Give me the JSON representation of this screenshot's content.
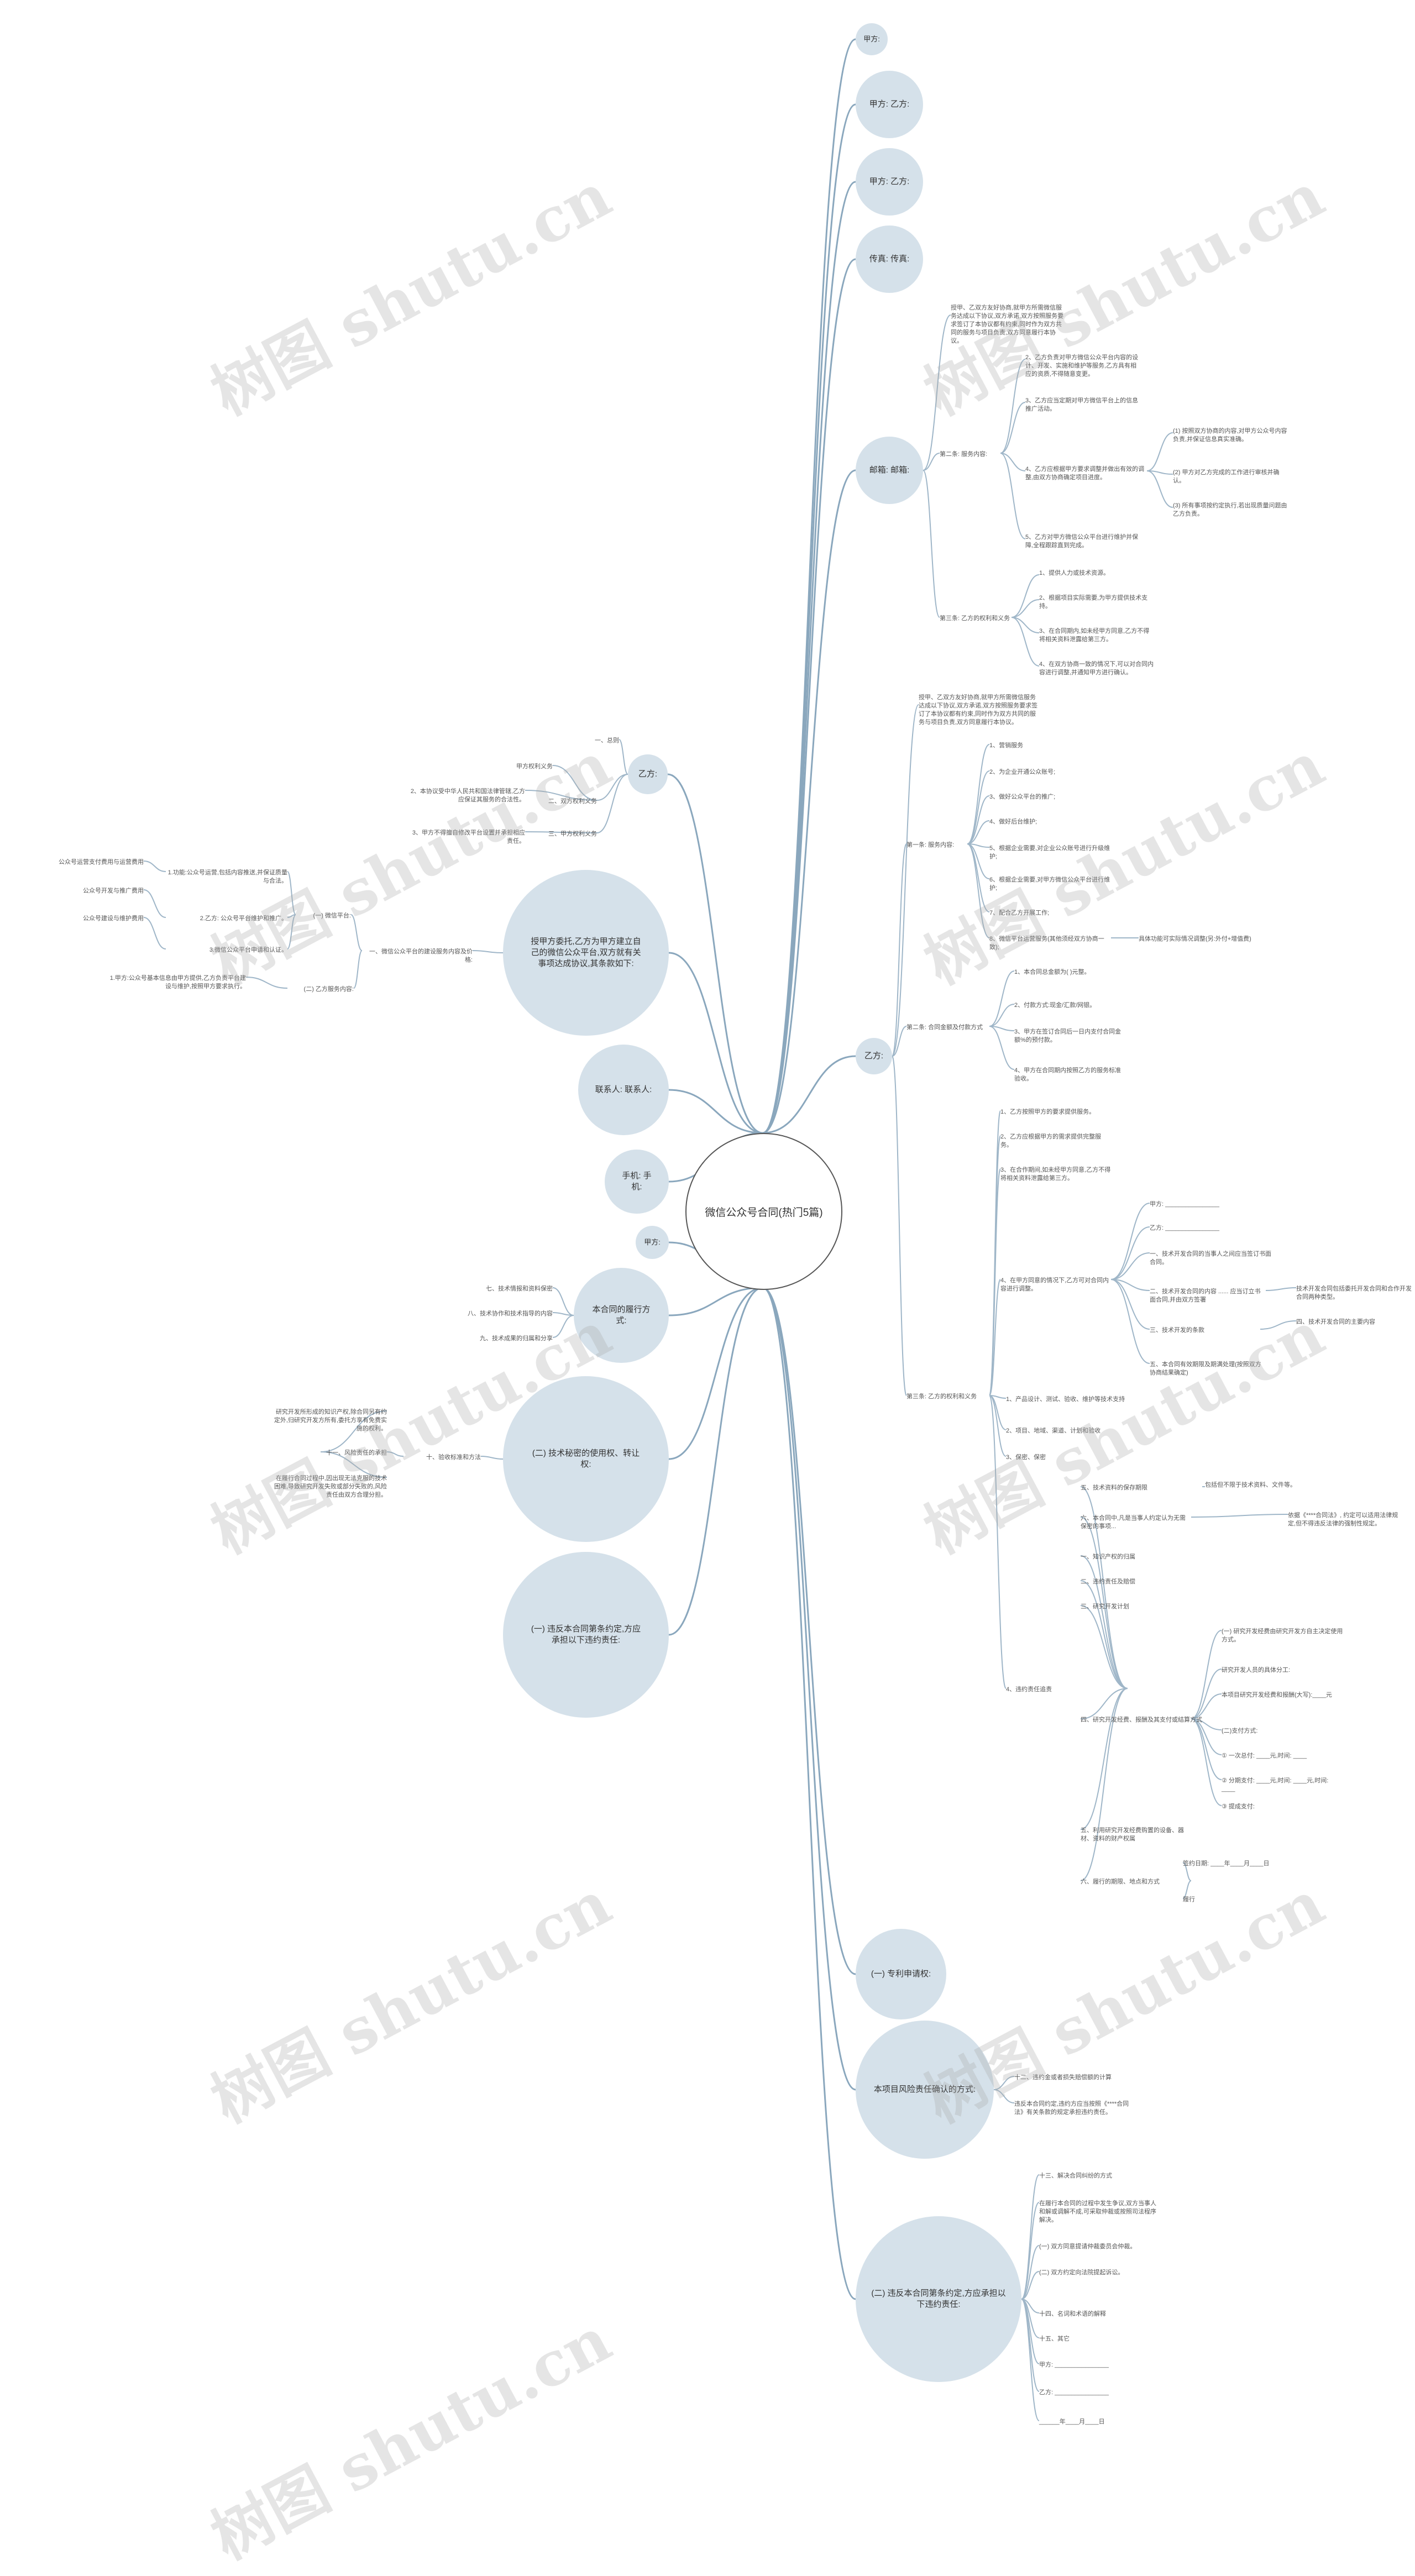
{
  "center": "微信公众号合同(热门5篇)",
  "right": {
    "jia": "甲方:",
    "jia_yi1": "甲方: 乙方:",
    "jia_yi2": "甲方: 乙方:",
    "fax": "传真: 传真:",
    "mail": "邮箱: 邮箱:",
    "yi": "乙方:",
    "patent": "(一) 专利申请权:",
    "risk": "本项目风险责任确认的方式:",
    "breach": "(二) 违反本合同第条约定,方应承担以下违约责任:"
  },
  "left": {
    "yi": "乙方:",
    "intro": "授甲方委托,乙方为甲方建立自己的微信公众平台,双方就有关事项达成协议,其条款如下:",
    "contact": "联系人: 联系人:",
    "phone": "手机: 手机:",
    "jia": "甲方:",
    "perform": "本合同的履行方式:",
    "tech": "(二) 技术秘密的使用权、转让权:",
    "breach": "(一) 违反本合同第条约定,方应承担以下违约责任:"
  },
  "mail_tree": {
    "intro": "授甲、乙双方友好协商,就甲方所需微信服务达成以下协议,双方承诺,双方按照服务要求签订了本协议都有约束,同时作为双方共同的服务与项目负责,双方同意履行本协议。",
    "art2": "第二条: 服务内容:",
    "art2_items": [
      "2、乙方负责对甲方微信公众平台内容的设计、开发、实施和维护等服务,乙方具有相应的资质,不得随意变更。",
      "3、乙方应当定期对甲方微信平台上的信息推广活动。",
      "4、乙方应根据甲方要求调整并做出有效的调整,由双方协商确定项目进度。",
      "5、乙方对甲方微信公众平台进行维护并保障,全程跟踪直到完成。"
    ],
    "art2_sub": [
      "(1) 按照双方协商的内容,对甲方公众号内容负责,并保证信息真实准确。",
      "(2) 甲方对乙方完成的工作进行审核并确认。",
      "(3) 所有事项按约定执行,若出现质量问题由乙方负责。"
    ],
    "art3": "第三条: 乙方的权利和义务",
    "art3_items": [
      "1、提供人力或技术资源。",
      "2、根据项目实际需要,为甲方提供技术支持。",
      "3、在合同期内,如未经甲方同意,乙方不得将相关资料泄露给第三方。",
      "4、在双方协商一致的情况下,可以对合同内容进行调整,并通知甲方进行确认。"
    ]
  },
  "yi_tree": {
    "intro": "授甲、乙双方友好协商,就甲方所需微信服务达成以下协议,双方承诺,双方按照服务要求签订了本协议都有约束,同时作为双方共同的服务与项目负责,双方同意履行本协议。",
    "art1": "第一条: 服务内容:",
    "art1_items": [
      "1、营销服务",
      "2、为企业开通公众账号;",
      "3、做好公众平台的推广;",
      "4、做好后台维护;",
      "5、根据企业需要,对企业公众账号进行升级维护;",
      "6、根据企业需要,对甲方微信公众平台进行维护;",
      "7、配合乙方开展工作;",
      "8、微信平台运营服务(其他须经双方协商一致);"
    ],
    "art1_note": "具体功能可实际情况调整(另:外付+增值费)",
    "art2": "第二条: 合同金额及付款方式",
    "art2_items": [
      "1、本合同总金额为( )元整。",
      "2、付款方式:现金/汇款/网银。",
      "3、甲方在签订合同后一日内支付合同金额%的预付款。",
      "4、甲方在合同期内按照乙方的服务标准验收。"
    ],
    "art3": "第三条: 乙方的权利和义务",
    "art3_items": [
      "1、乙方按照甲方的要求提供服务。",
      "2、乙方应根据甲方的需求提供完整服务。",
      "3、在合作期间,如未经甲方同意,乙方不得将相关资料泄露给第三方。",
      "4、在甲方同意的情况下,乙方可对合同内容进行调整。"
    ],
    "blank_jia": "甲方: ________________",
    "blank_yi": "乙方: ________________",
    "party_note": "一、技术开发合同的当事人之间应当签订书面合同。",
    "tech_contract": "二、技术开发合同的内容 ...... 应当订立书面合同,并由双方签署",
    "tech_detail": "技术开发合同包括委托开发合同和合作开发合同两种类型。",
    "contract_terms": "三、技术开发的条款",
    "content_req": "四、技术开发合同的主要内容",
    "extra": "五、本合同有效期限及期满处理(按照双方协商结果确定)",
    "items5": [
      "1、产品设计、测试、验收、维护等技术支持",
      "2、项目、地域、渠道、计划和验收",
      "3、保密、保密",
      "4、违约责任追责"
    ],
    "sub5": [
      "五、技术资料的保存期限",
      "六、本合同中,凡是当事人约定认为无需保密的事项...",
      "一、知识产权的归属",
      "二、违约责任及赔偿",
      "三、研究开发计划",
      "四、研究开发经费、报酬及其支付或结算方式",
      "五、利用研究开发经费购置的设备、器材、资料的财产权属",
      "六、履行的期限、地点和方式"
    ],
    "sub5_notes": [
      "包括但不限于技术资料、文件等。",
      "依据《****合同法》, 约定可以适用法律规定,但不得违反法律的强制性规定。",
      "(一) 研究开发经费由研究开发方自主决定使用方式。",
      "研究开发人员的具体分工:",
      "本项目研究开发经费和报酬(大写):____元",
      "(二)支付方式:",
      "① 一次总付: ____元,时间: ____",
      "② 分期支付: ____元,时间: ____元,时间: ____",
      "③ 提成支付:"
    ],
    "sign_note": "签约日期: ____年____月____日",
    "sign_sub": "履行"
  },
  "risk_tree": {
    "items": [
      "十二、违约金或者损失赔偿额的计算",
      "违反本合同约定,违约方应当按照《****合同法》有关条款的规定承担违约责任。"
    ]
  },
  "breach_tree": {
    "items": [
      "十三、解决合同纠纷的方式",
      "在履行本合同的过程中发生争议,双方当事人和解或调解不成,可采取仲裁或按照司法程序解决。",
      "(一) 双方同意提请仲裁委员会仲裁。",
      "(二) 双方约定向法院提起诉讼。",
      "十四、名词和术语的解释",
      "十五、其它",
      "甲方: ________________",
      "乙方: ________________",
      "______年____月____日"
    ]
  },
  "left_tree": {
    "yi_items": [
      "一、总则",
      "二、双方权利义务",
      "三、甲方权利义务"
    ],
    "yi_sub": [
      "甲方权利义务",
      "2、本协议受中华人民共和国法律管辖,乙方应保证其服务的合法性。",
      "3、甲方不得擅自修改平台设置并承担相应责任。"
    ],
    "intro_items": [
      "一、微信公众平台的建设服务内容及价格:",
      "(一) 微信平台:",
      "(二) 乙方服务内容:"
    ],
    "intro_sub": [
      "1.功能:公众号运营,包括内容推送,并保证质量与合法。",
      "2.乙方: 公众号平台维护和推广。",
      "3.微信公众平台申请和认证。",
      "1.甲方:公众号基本信息由甲方提供,乙方负责平台建设与维护,按照甲方要求执行。"
    ],
    "intro_leaf": [
      "公众号运营支付费用与运营费用",
      "公众号开发与推广费用",
      "公众号建设与维护费用"
    ],
    "perform_items": [
      "七、技术情报和资料保密",
      "八、技术协作和技术指导的内容",
      "九、技术成果的归属和分享"
    ],
    "tech_items": [
      "十、验收标准和方法",
      "十一、风险责任的承担"
    ],
    "tech_leaf": [
      "研究开发所形成的知识产权,除合同另有约定外,归研究开发方所有,委托方享有免费实施的权利。",
      "在履行合同过程中,因出现无法克服的技术困难,导致研究开发失败或部分失败的,风险责任由双方合理分担。"
    ]
  }
}
